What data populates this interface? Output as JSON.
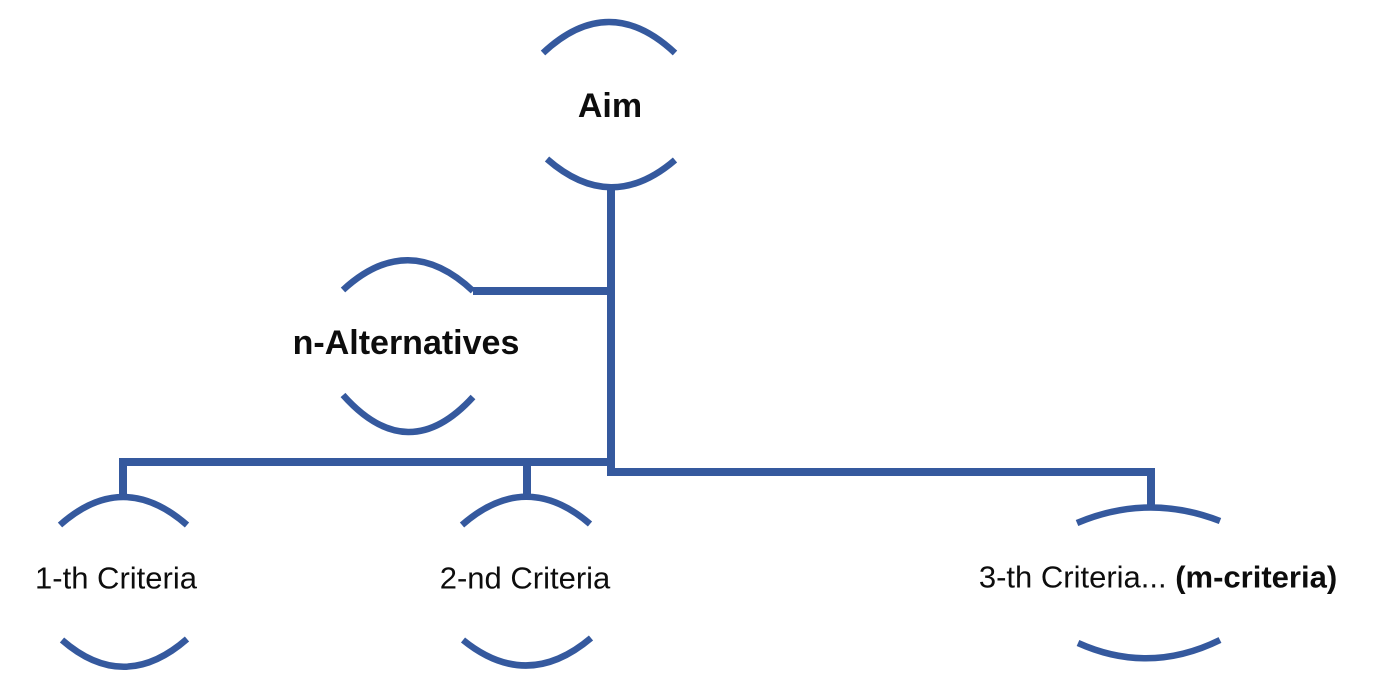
{
  "colors": {
    "line": "#35599E",
    "text": "#0D0D0D",
    "background": "#FFFFFF"
  },
  "diagram": {
    "type": "hierarchy-tree",
    "nodes": [
      {
        "id": "aim",
        "label": "Aim",
        "style": "bold",
        "level": "top"
      },
      {
        "id": "alternatives",
        "label": "n-Alternatives",
        "style": "bold",
        "level": "middle"
      },
      {
        "id": "criteria-1",
        "label": "1-th Criteria",
        "style": "regular",
        "level": "bottom"
      },
      {
        "id": "criteria-2",
        "label": "2-nd Criteria",
        "style": "regular",
        "level": "bottom"
      },
      {
        "id": "criteria-3",
        "label": "3-th Criteria... (m-criteria)",
        "label_regular": "3-th Criteria... ",
        "label_bold": "(m-criteria)",
        "level": "bottom"
      }
    ],
    "edges": [
      {
        "from": "Aim",
        "to": "n-Alternatives"
      },
      {
        "from": "Aim",
        "to": "1-th Criteria"
      },
      {
        "from": "Aim",
        "to": "2-nd Criteria"
      },
      {
        "from": "Aim",
        "to": "3-th Criteria... (m-criteria)"
      }
    ]
  }
}
